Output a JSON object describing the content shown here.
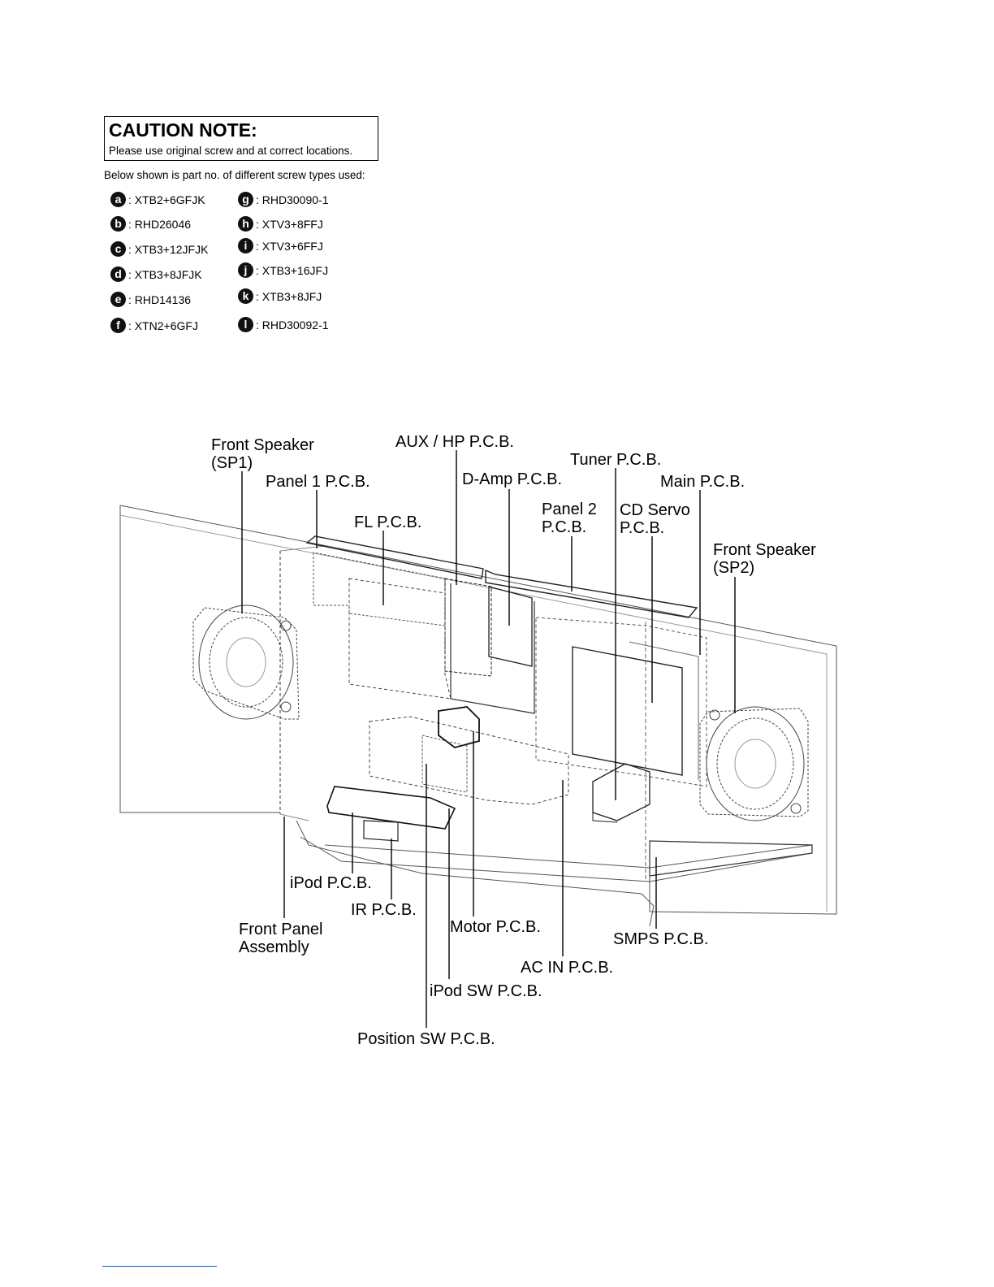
{
  "caution": {
    "title": "CAUTION NOTE:",
    "text": "Please use original screw and at correct locations."
  },
  "intro": "Below shown is part no. of different screw types used:",
  "screws": [
    {
      "letter": "a",
      "part": ": XTB2+6GFJK"
    },
    {
      "letter": "b",
      "part": ": RHD26046"
    },
    {
      "letter": "c",
      "part": ": XTB3+12JFJK"
    },
    {
      "letter": "d",
      "part": ": XTB3+8JFJK"
    },
    {
      "letter": "e",
      "part": ": RHD14136"
    },
    {
      "letter": "f",
      "part": ": XTN2+6GFJ"
    },
    {
      "letter": "g",
      "part": ": RHD30090-1"
    },
    {
      "letter": "h",
      "part": ": XTV3+8FFJ"
    },
    {
      "letter": "i",
      "part": ": XTV3+6FFJ"
    },
    {
      "letter": "j",
      "part": ": XTB3+16JFJ"
    },
    {
      "letter": "k",
      "part": ": XTB3+8JFJ"
    },
    {
      "letter": "l",
      "part": ": RHD30092-1"
    }
  ],
  "labels": {
    "front_speaker_sp1": [
      "Front Speaker",
      "(SP1)"
    ],
    "panel1": "Panel 1 P.C.B.",
    "aux_hp": "AUX / HP P.C.B.",
    "damp": "D-Amp P.C.B.",
    "tuner": "Tuner P.C.B.",
    "main": "Main P.C.B.",
    "fl": "FL P.C.B.",
    "panel2": [
      "Panel 2",
      "P.C.B."
    ],
    "cd_servo": [
      "CD Servo",
      "P.C.B."
    ],
    "front_speaker_sp2": [
      "Front Speaker",
      "(SP2)"
    ],
    "ipod": "iPod P.C.B.",
    "ir": "IR P.C.B.",
    "front_panel": [
      "Front Panel",
      "Assembly"
    ],
    "motor": "Motor P.C.B.",
    "smps": "SMPS P.C.B.",
    "ac_in": "AC IN P.C.B.",
    "ipod_sw": "iPod SW P.C.B.",
    "position_sw": "Position SW P.C.B."
  }
}
